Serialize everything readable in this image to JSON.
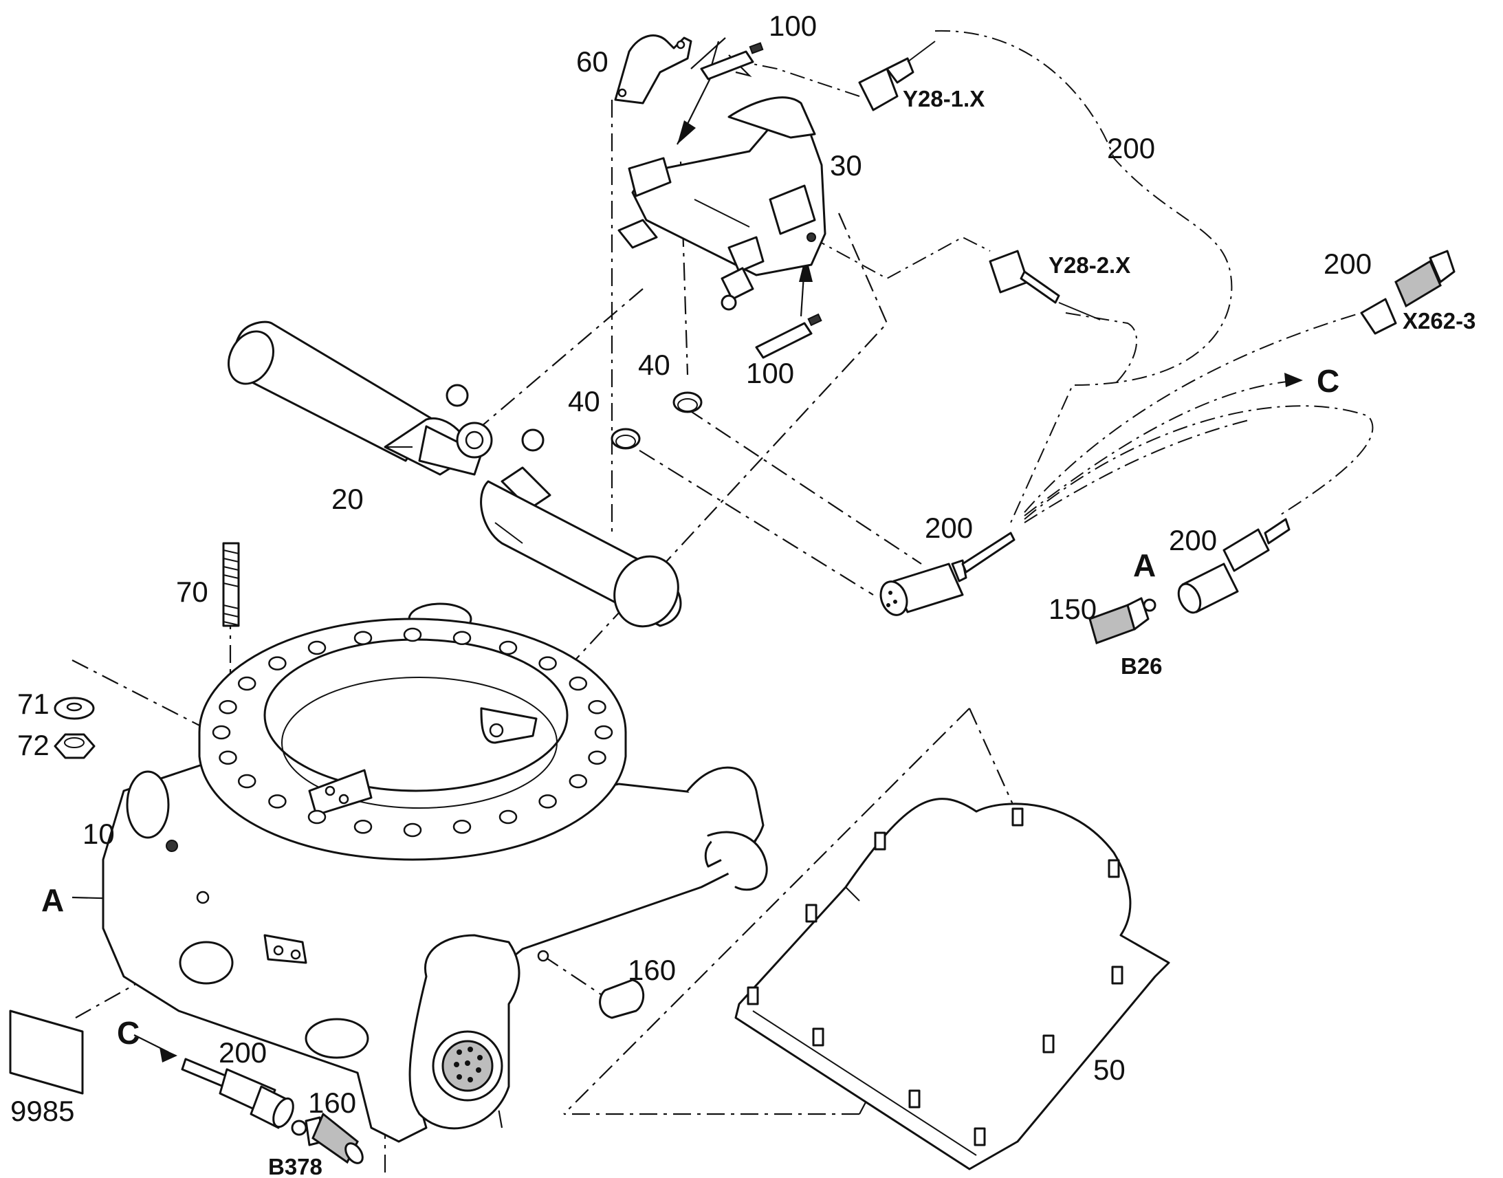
{
  "callouts": {
    "c10": "10",
    "c20": "20",
    "c30": "30",
    "c40a": "40",
    "c40b": "40",
    "c50": "50",
    "c60": "60",
    "c70": "70",
    "c71": "71",
    "c72": "72",
    "c100a": "100",
    "c100b": "100",
    "c150": "150",
    "c160a": "160",
    "c160b": "160",
    "c200a": "200",
    "c200b": "200",
    "c200c": "200",
    "c200d": "200",
    "c200e": "200",
    "c9985": "9985"
  },
  "designations": {
    "y28_1": "Y28-1.X",
    "y28_2": "Y28-2.X",
    "x262_3": "X262-3",
    "b26": "B26",
    "b378": "B378"
  },
  "view_markers": {
    "a_left": "A",
    "a_right": "A",
    "c_left": "C",
    "c_right": "C"
  }
}
